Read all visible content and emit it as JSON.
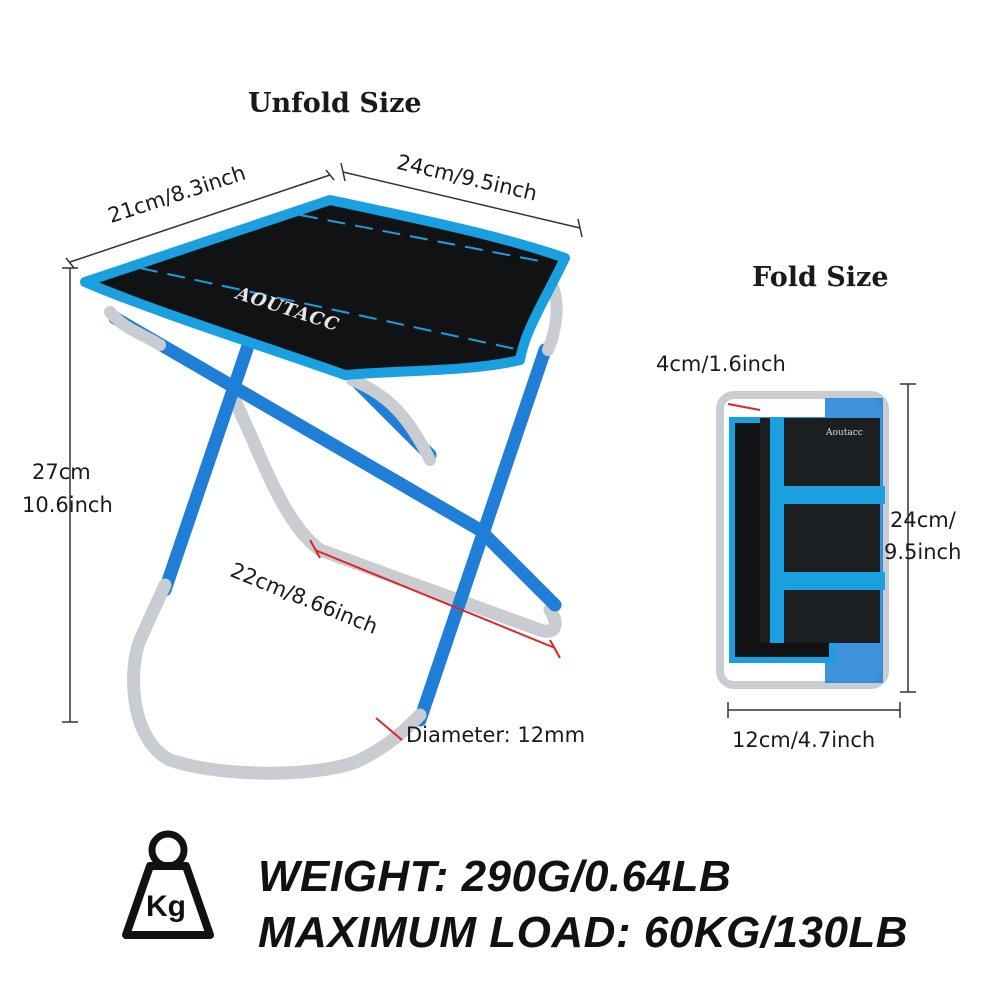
{
  "titles": {
    "unfold": "Unfold Size",
    "fold": "Fold Size"
  },
  "brand": {
    "seat_logo": "AOUTACC",
    "folded_label": "Aoutacc"
  },
  "dimensions": {
    "seat_depth": "21cm/8.3inch",
    "seat_width": "24cm/9.5inch",
    "height_cm": "27cm",
    "height_inch": "10.6inch",
    "base_width": "22cm/8.66inch",
    "tube_diameter": "Diameter: 12mm",
    "fold_thickness": "4cm/1.6inch",
    "fold_height_cm": "24cm/",
    "fold_height_inch": "9.5inch",
    "fold_width": "12cm/4.7inch"
  },
  "specs": {
    "weight": "WEIGHT: 290G/0.64LB",
    "max_load": "MAXIMUM LOAD: 60KG/130LB",
    "icon_text": "Kg"
  },
  "colors": {
    "accent_blue": "#1a9fe0",
    "frame_blue": "#1f7fd6",
    "silver": "#c9ccd1",
    "fabric": "#101214"
  }
}
